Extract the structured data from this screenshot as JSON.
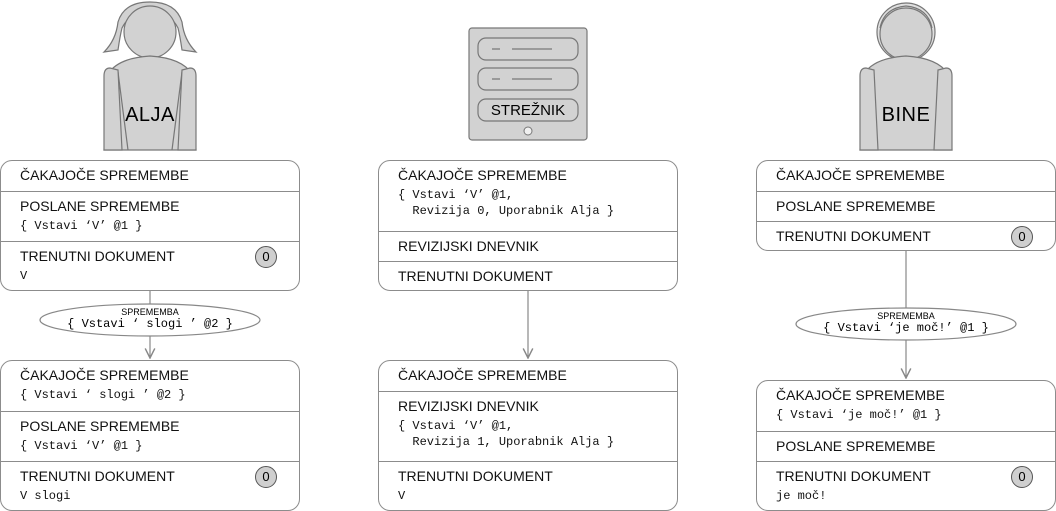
{
  "actors": {
    "alja": "ALJA",
    "server": "STREŽNIK",
    "bine": "BINE"
  },
  "section_titles": {
    "pending": "ČAKAJOČE SPREMEMBE",
    "sent": "POSLANE SPREMEMBE",
    "current": "TRENUTNI DOKUMENT",
    "log": "REVIZIJSKI DNEVNIK"
  },
  "change_label": "SPREMEMBA",
  "alja_top": {
    "pending": "",
    "sent": "{ Vstavi ‘V’ @1 }",
    "doc": "V",
    "revision": "0"
  },
  "alja_change": "{ Vstavi ‘ slogi ’ @2 }",
  "alja_bottom": {
    "pending": "{ Vstavi ‘ slogi ’ @2 }",
    "sent": "{ Vstavi ‘V’ @1 }",
    "doc": "V slogi",
    "revision": "0"
  },
  "server_top": {
    "pending": "{ Vstavi ‘V’ @1,\n  Revizija 0, Uporabnik Alja }",
    "log": "",
    "doc": ""
  },
  "server_bottom": {
    "pending": "",
    "log": "{ Vstavi ‘V’ @1,\n  Revizija 1, Uporabnik Alja }",
    "doc": "V"
  },
  "bine_top": {
    "pending": "",
    "sent": "",
    "doc": "",
    "revision": "0"
  },
  "bine_change": "{ Vstavi ‘je moč!’ @1 }",
  "bine_bottom": {
    "pending": "{ Vstavi ‘je moč!’ @1 }",
    "sent": "",
    "doc": "je moč!",
    "revision": "0"
  }
}
